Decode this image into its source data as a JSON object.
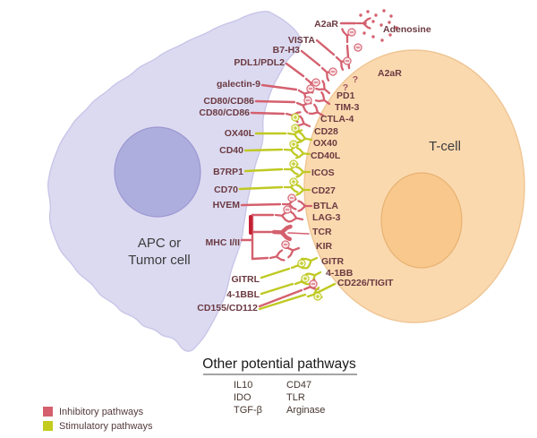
{
  "cells": {
    "apc": {
      "line1": "APC or",
      "line2": "Tumor cell"
    },
    "tcell": {
      "label": "T-cell"
    }
  },
  "annotations": {
    "adenosine": "Adenosine"
  },
  "pathways": [
    {
      "ligand": "A2aR",
      "receptor": "A2aR",
      "type": "inhibitory"
    },
    {
      "ligand": "VISTA",
      "receptor": "?",
      "type": "inhibitory"
    },
    {
      "ligand": "B7-H3",
      "receptor": "?",
      "type": "inhibitory"
    },
    {
      "ligand": "PDL1/PDL2",
      "receptor": "PD1",
      "type": "inhibitory"
    },
    {
      "ligand": "galectin-9",
      "receptor": "TIM-3",
      "type": "inhibitory"
    },
    {
      "ligand": "CD80/CD86",
      "receptor": "CTLA-4",
      "type": "inhibitory"
    },
    {
      "ligand": "CD80/CD86",
      "receptor": "CD28",
      "type": "stimulatory"
    },
    {
      "ligand": "OX40L",
      "receptor": "OX40",
      "type": "stimulatory"
    },
    {
      "ligand": "CD40",
      "receptor": "CD40L",
      "type": "stimulatory"
    },
    {
      "ligand": "B7RP1",
      "receptor": "ICOS",
      "type": "stimulatory"
    },
    {
      "ligand": "CD70",
      "receptor": "CD27",
      "type": "stimulatory"
    },
    {
      "ligand": "HVEM",
      "receptor": "BTLA",
      "type": "inhibitory"
    },
    {
      "ligand": "MHC I/II",
      "receptor": "LAG-3",
      "type": "inhibitory"
    },
    {
      "ligand": "MHC I/II",
      "receptor": "TCR",
      "type": "none"
    },
    {
      "ligand": "MHC I/II",
      "receptor": "KIR",
      "type": "inhibitory"
    },
    {
      "ligand": "GITRL",
      "receptor": "GITR",
      "type": "stimulatory"
    },
    {
      "ligand": "4-1BBL",
      "receptor": "4-1BB",
      "type": "stimulatory"
    },
    {
      "ligand": "CD155/CD112",
      "receptor": "CD226/TIGIT",
      "type": "both"
    }
  ],
  "other_pathways": {
    "title": "Other potential pathways",
    "column1": [
      "IL10",
      "IDO",
      "TGF-β"
    ],
    "column2": [
      "CD47",
      "TLR",
      "Arginase"
    ]
  },
  "legend": {
    "items": [
      {
        "label": "Inhibitory pathways",
        "color": "#d4606e"
      },
      {
        "label": "Stimulatory pathways",
        "color": "#c3cc1d"
      }
    ]
  },
  "colors": {
    "inhibitory": "#d4606e",
    "stimulatory": "#bfc922",
    "mhc_bar": "#c51f33",
    "apc_body": "#dcdaf1",
    "apc_nucleus": "#aeaede",
    "tcell_body": "#fbd9af",
    "tcell_nucleus": "#f8c88c"
  }
}
